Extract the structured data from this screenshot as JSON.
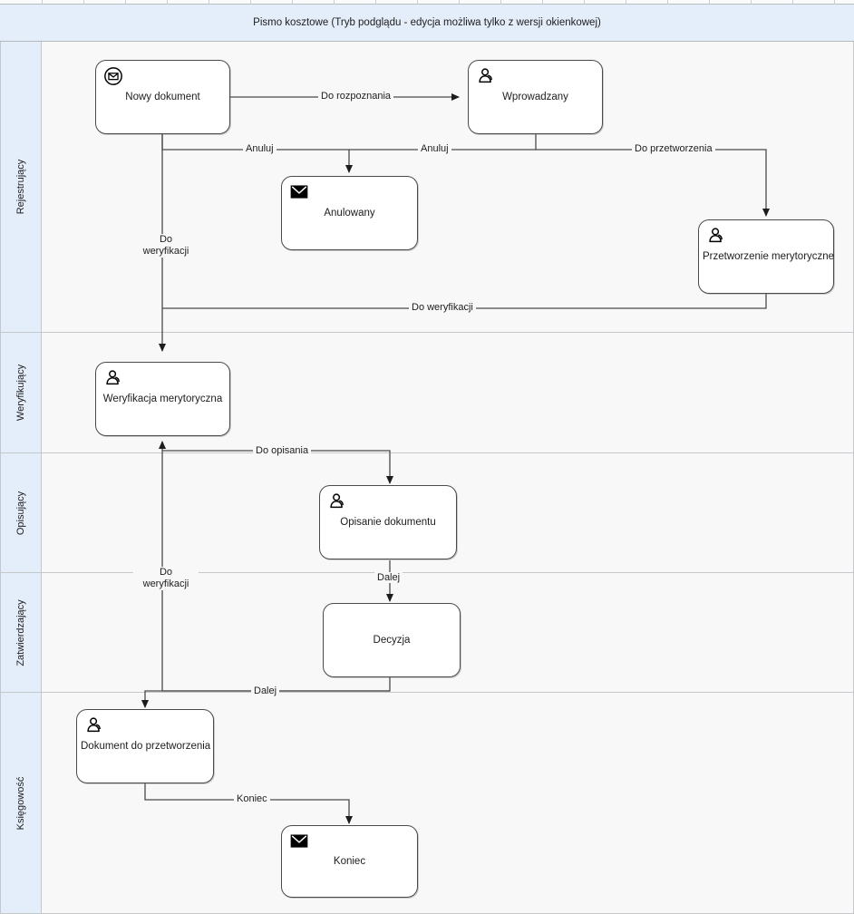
{
  "window": {
    "title": "Pismo kosztowe (Tryb podglądu - edycja możliwa tylko z wersji okienkowej)"
  },
  "diagram": {
    "type": "workflow-swimlane",
    "lanes": [
      {
        "label": "Rejestrujący"
      },
      {
        "label": "Weryfikujący"
      },
      {
        "label": "Opisujący"
      },
      {
        "label": "Zatwierdzający"
      },
      {
        "label": "Księgowość"
      }
    ],
    "nodes": [
      {
        "label": "Nowy dokument",
        "icon": "envelope-circle-icon",
        "lane": "Rejestrujący"
      },
      {
        "label": "Wprowadzany",
        "icon": "user-task-icon",
        "lane": "Rejestrujący"
      },
      {
        "label": "Anulowany",
        "icon": "envelope-filled-icon",
        "lane": "Rejestrujący"
      },
      {
        "label": "Przetworzenie merytoryczne",
        "icon": "user-task-icon",
        "lane": "Rejestrujący"
      },
      {
        "label": "Weryfikacja merytoryczna",
        "icon": "user-task-icon",
        "lane": "Weryfikujący"
      },
      {
        "label": "Opisanie dokumentu",
        "icon": "user-task-icon",
        "lane": "Opisujący"
      },
      {
        "label": "Decyzja",
        "icon": "none",
        "lane": "Zatwierdzający"
      },
      {
        "label": "Dokument do przetworzenia",
        "icon": "user-task-icon",
        "lane": "Księgowość"
      },
      {
        "label": "Koniec",
        "icon": "envelope-filled-icon",
        "lane": "Księgowość"
      }
    ],
    "edges": [
      {
        "label": "Do rozpoznania",
        "from": "Nowy dokument",
        "to": "Wprowadzany"
      },
      {
        "label": "Anuluj",
        "from": "Nowy dokument",
        "to": "Anulowany"
      },
      {
        "label": "Anuluj",
        "from": "Wprowadzany",
        "to": "Anulowany"
      },
      {
        "label": "Do przetworzenia",
        "from": "Wprowadzany",
        "to": "Przetworzenie merytoryczne"
      },
      {
        "label": "Do\nweryfikacji",
        "from": "Nowy dokument",
        "to": "Weryfikacja merytoryczna"
      },
      {
        "label": "Do weryfikacji",
        "from": "Przetworzenie merytoryczne",
        "to": "Weryfikacja merytoryczna"
      },
      {
        "label": "Do opisania",
        "from": "Weryfikacja merytoryczna",
        "to": "Opisanie dokumentu"
      },
      {
        "label": "Dalej",
        "from": "Opisanie dokumentu",
        "to": "Decyzja"
      },
      {
        "label": "Do\nweryfikacji",
        "from": "Decyzja",
        "to": "Weryfikacja merytoryczna"
      },
      {
        "label": "Dalej",
        "from": "Decyzja",
        "to": "Dokument do przetworzenia"
      },
      {
        "label": "Koniec",
        "from": "Dokument do przetworzenia",
        "to": "Koniec"
      }
    ],
    "edge_label_text": {
      "do_rozpoznania": "Do rozpoznania",
      "anuluj_left": "Anuluj",
      "anuluj_right": "Anuluj",
      "do_przetworzenia": "Do przetworzenia",
      "do_weryfikacji_v1_line1": "Do",
      "do_weryfikacji_v1_line2": "weryfikacji",
      "do_weryfikacji_h": "Do weryfikacji",
      "do_opisania": "Do opisania",
      "dalej_1": "Dalej",
      "do_weryfikacji_v2_line1": "Do",
      "do_weryfikacji_v2_line2": "weryfikacji",
      "dalej_2": "Dalej",
      "koniec": "Koniec"
    },
    "node_text": {
      "nowy_dokument": "Nowy dokument",
      "wprowadzany": "Wprowadzany",
      "anulowany": "Anulowany",
      "przetworzenie_merytoryczne": "Przetworzenie merytoryczne",
      "weryfikacja_merytoryczna": "Weryfikacja merytoryczna",
      "opisanie_dokumentu": "Opisanie dokumentu",
      "decyzja": "Decyzja",
      "dokument_do_przetworzenia": "Dokument do przetworzenia",
      "koniec": "Koniec"
    },
    "colors": {
      "lane_header_bg": "#e4eefb",
      "lane_body_bg": "#f8f8f8",
      "header_bg": "#e4eefb",
      "node_border": "#4a4a4a",
      "node_bg": "#ffffff",
      "edge_stroke": "#4a4a4a",
      "grid_line": "#c4c8cc"
    }
  }
}
